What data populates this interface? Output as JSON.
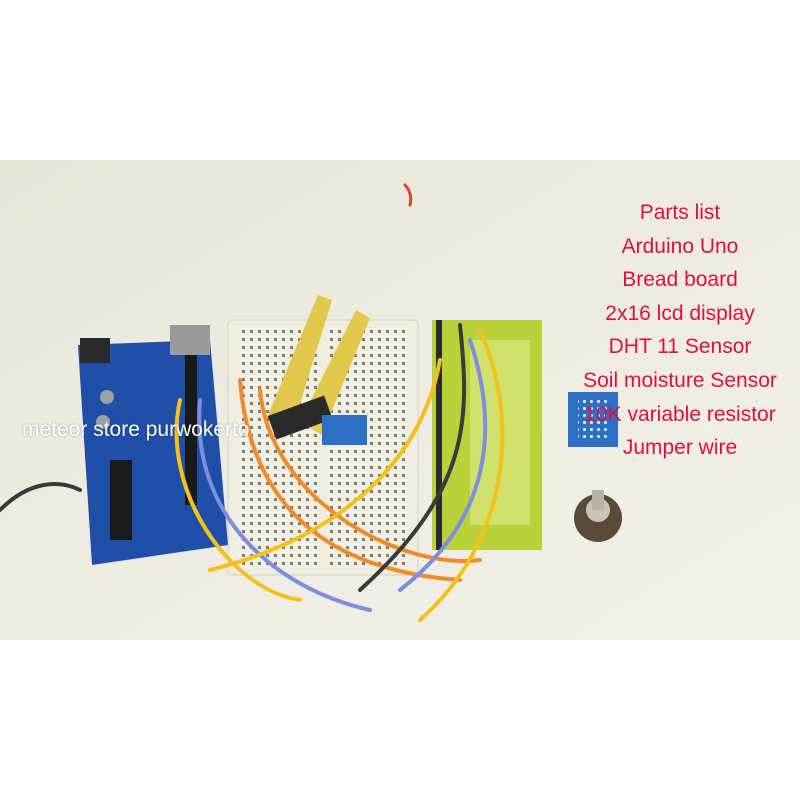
{
  "watermark": "meteor store purwokerto",
  "parts_list": {
    "title": "Parts list",
    "items": [
      "Arduino Uno",
      "Bread board",
      "2x16 lcd display",
      "DHT 11 Sensor",
      "Soil moisture Sensor",
      "10K variable resistor",
      "Jumper wire"
    ]
  },
  "colors": {
    "parts_text": "#e0103a",
    "watermark_text": "#ffffff",
    "background": "#eeeadd",
    "arduino": "#1f4fa8",
    "lcd": "#b9d23a",
    "sensor_module": "#2c6fc4"
  }
}
